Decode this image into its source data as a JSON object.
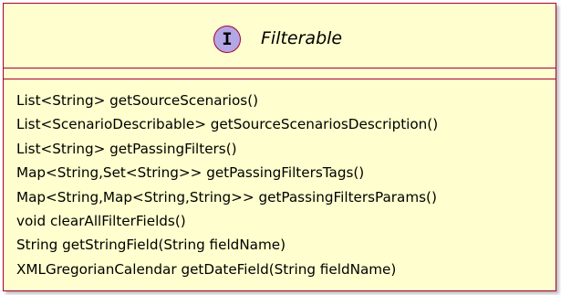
{
  "class": {
    "stereotype_letter": "I",
    "name": "Filterable",
    "colors": {
      "fill": "#fefece",
      "border": "#a80036",
      "badge": "#b4a7e5"
    },
    "methods": [
      "List<String> getSourceScenarios()",
      "List<ScenarioDescribable> getSourceScenariosDescription()",
      "List<String> getPassingFilters()",
      "Map<String,Set<String>> getPassingFiltersTags()",
      "Map<String,Map<String,String>> getPassingFiltersParams()",
      "void clearAllFilterFields()",
      "String getStringField(String fieldName)",
      "XMLGregorianCalendar getDateField(String fieldName)"
    ]
  }
}
